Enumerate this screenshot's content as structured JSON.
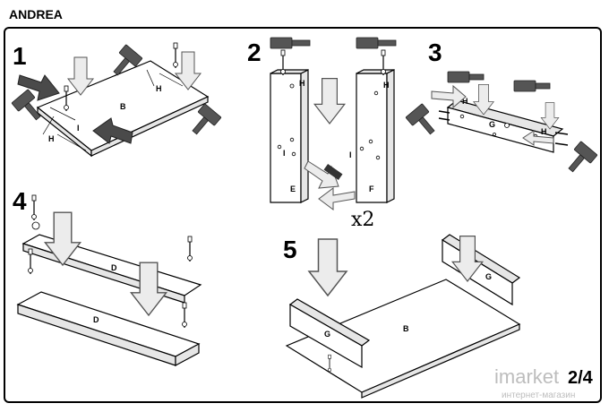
{
  "title": "ANDREA",
  "page_number": "2/4",
  "watermark": {
    "brand": "imarket",
    "subtitle": "интернет-магазин"
  },
  "steps": [
    {
      "number": "1",
      "labels": [
        "B",
        "H",
        "H",
        "I",
        "I"
      ]
    },
    {
      "number": "2",
      "labels": [
        "H",
        "H",
        "E",
        "F",
        "I",
        "I"
      ],
      "multiplier": "x2"
    },
    {
      "number": "3",
      "labels": [
        "H",
        "H",
        "G"
      ]
    },
    {
      "number": "4",
      "labels": [
        "D",
        "D"
      ]
    },
    {
      "number": "5",
      "labels": [
        "B",
        "G",
        "G"
      ]
    }
  ]
}
